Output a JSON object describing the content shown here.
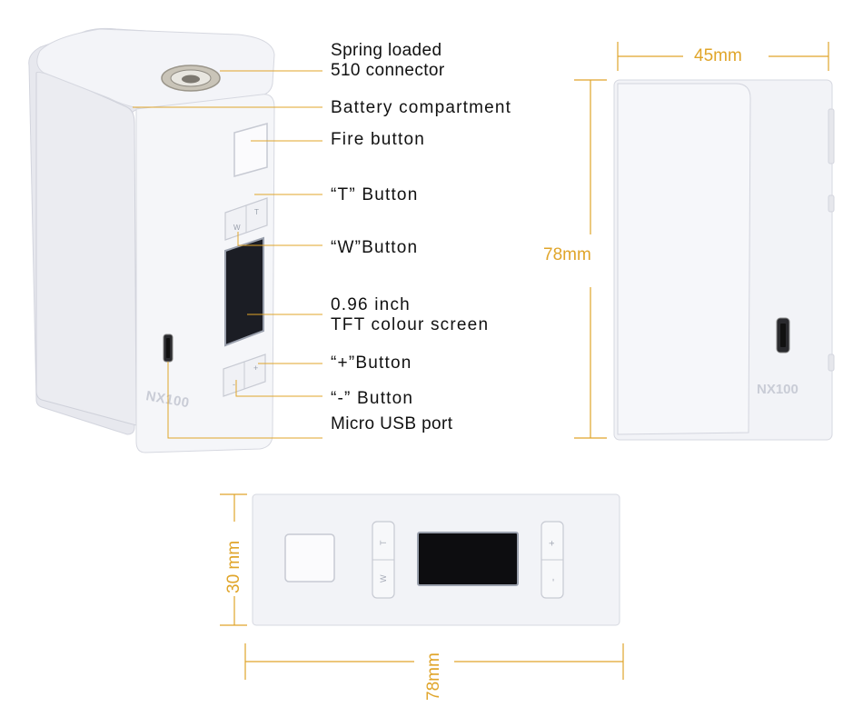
{
  "callouts": {
    "connector_line1": "Spring loaded",
    "connector_line2": "510 connector",
    "battery": "Battery compartment",
    "fire": "Fire button",
    "t_button": "“T” Button",
    "w_button": "“W”Button",
    "screen_line1": "0.96 inch",
    "screen_line2": "TFT colour screen",
    "plus_button": "“+”Button",
    "minus_button": "“-” Button",
    "usb": "Micro USB port"
  },
  "dimensions": {
    "width": "45mm",
    "height": "78mm",
    "depth": "30 mm",
    "length": "78mm"
  },
  "device": {
    "brand_text": "NX100",
    "t_key": "T",
    "w_key": "W",
    "plus_key": "+",
    "minus_key": "-"
  },
  "colors": {
    "dimension_lines": "#e0a52a",
    "callout_lines": "#e0a52a",
    "device_body": "#f2f3f7"
  }
}
